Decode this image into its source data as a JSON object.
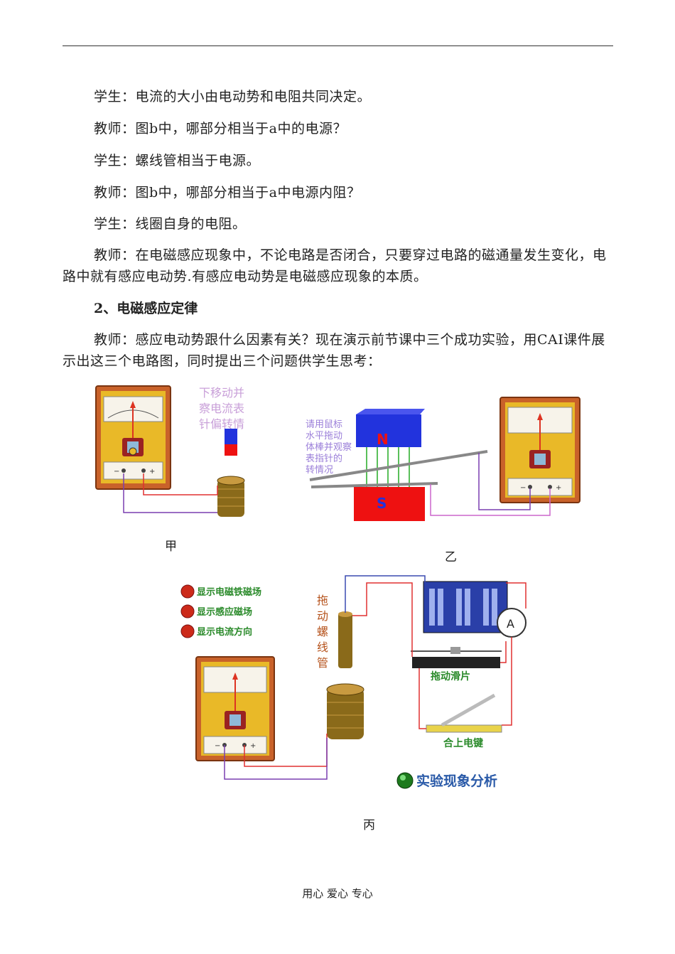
{
  "dialogue": [
    "学生：电流的大小由电动势和电阻共同决定。",
    "教师：图b中，哪部分相当于a中的电源？",
    "学生：螺线管相当于电源。",
    "教师：图b中，哪部分相当于a中电源内阻？",
    "学生：线圈自身的电阻。",
    "教师：在电磁感应现象中，不论电路是否闭合，只要穿过电路的磁通量发生变化，电路中就有感应电动势.有感应电动势是电磁感应现象的本质。"
  ],
  "section_heading": "2、电磁感应定律",
  "intro": "教师：感应电动势跟什么因素有关？现在演示前节课中三个成功实验，用CAI课件展示出这三个电路图，同时提出三个问题供学生思考：",
  "figure_a": {
    "caption": "甲",
    "instruction_lines": [
      "下移动并",
      "察电流表",
      "针偏转情"
    ],
    "meter_minus": "−",
    "meter_plus": "+"
  },
  "figure_b": {
    "caption": "乙",
    "instruction_lines": [
      "请用鼠标",
      "水平拖动",
      "体棒并观察",
      "表指针的",
      "转情况"
    ],
    "pole_n": "N",
    "pole_s": "S",
    "meter_minus": "−",
    "meter_plus": "+"
  },
  "figure_c": {
    "caption": "丙",
    "buttons": [
      "显示电磁铁磁场",
      "显示感应磁场",
      "显示电流方向"
    ],
    "drag_solenoid_chars": [
      "拖",
      "动",
      "螺",
      "线",
      "管"
    ],
    "drag_slider": "拖动滑片",
    "close_switch": "合上电键",
    "ammeter": "A",
    "analysis": "实验现象分析",
    "meter_minus": "−",
    "meter_plus": "+"
  },
  "footer": "用心 爱心 专心",
  "colors": {
    "meter_frame": "#b5521b",
    "meter_panel": "#e9b928",
    "magnet_n": "#2233dd",
    "magnet_s": "#ee1111",
    "wire_red": "#e03030",
    "wire_purple": "#7a3fb0",
    "label_green": "#2a8a2a"
  }
}
